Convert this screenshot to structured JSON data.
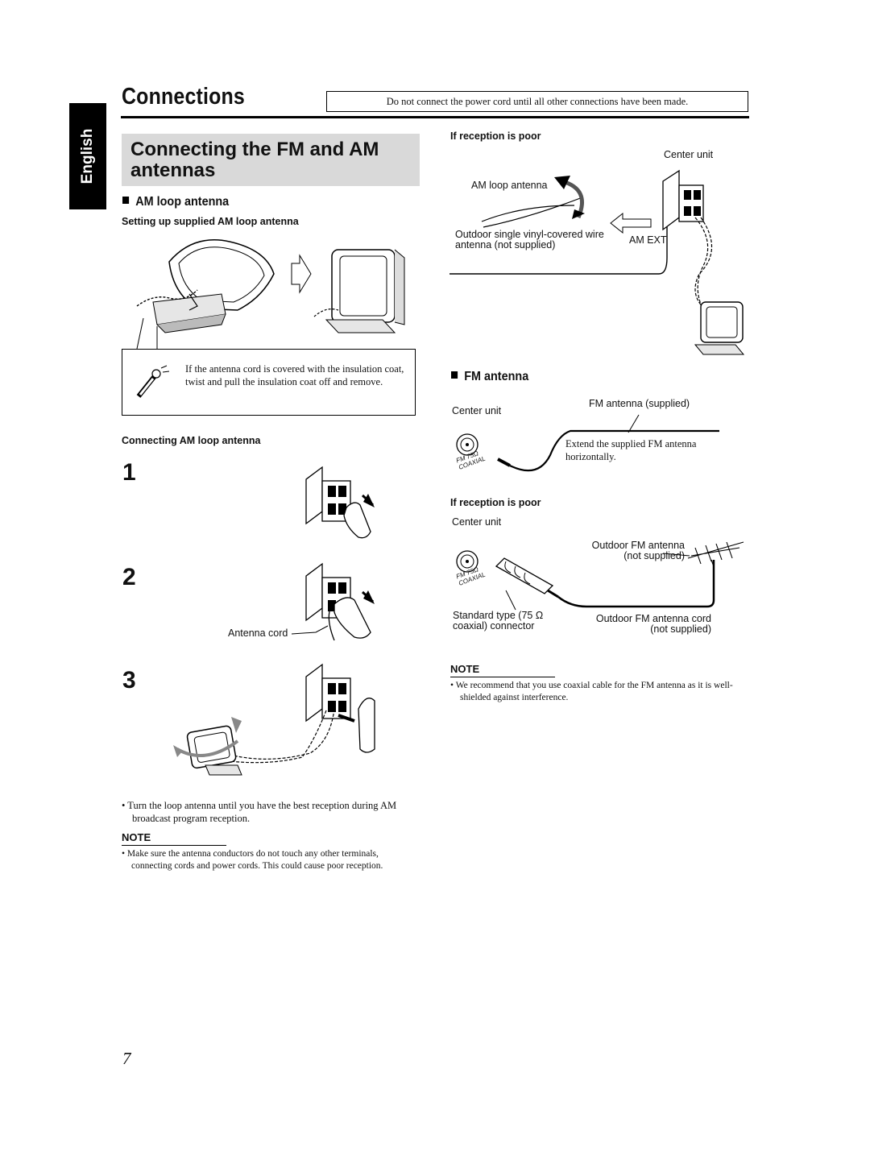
{
  "sidebar": {
    "language_tab": "English"
  },
  "header": {
    "title": "Connections",
    "notice": "Do not connect the  power cord until all other connections have been made."
  },
  "section": {
    "title": "Connecting the FM and AM antennas"
  },
  "am": {
    "heading": "AM loop antenna",
    "setup_caption": "Setting up supplied AM loop antenna",
    "tip_text": "If the antenna cord is covered with the insulation coat, twist and pull the insulation coat off and remove.",
    "connecting_caption": "Connecting AM loop antenna",
    "steps": [
      "1",
      "2",
      "3"
    ],
    "antenna_cord_label": "Antenna cord",
    "turn_text": "Turn the loop antenna until you have the best reception during AM broadcast program reception.",
    "note_heading": "NOTE",
    "note_text": "Make sure the antenna conductors do not touch any other terminals, connecting cords and power cords. This could cause poor reception.",
    "poor_caption": "If reception is poor",
    "center_unit": "Center unit",
    "loop_label": "AM loop antenna",
    "outdoor_wire_label_1": "Outdoor single vinyl-covered wire",
    "outdoor_wire_label_2": "antenna (not supplied)",
    "am_ext": "AM EXT"
  },
  "fm": {
    "heading": "FM antenna",
    "center_unit": "Center unit",
    "supplied_label": "FM antenna (supplied)",
    "extend_text": "Extend the supplied FM antenna horizontally.",
    "jack_label_1": "FM 75Ω",
    "jack_label_2": "COAXIAL",
    "poor_caption": "If reception is poor",
    "center_unit_2": "Center unit",
    "outdoor_antenna_1": "Outdoor FM antenna",
    "outdoor_antenna_2": "(not supplied)",
    "standard_type_1": "Standard type (75 Ω",
    "standard_type_2": "coaxial) connector",
    "outdoor_cord_1": "Outdoor FM antenna cord",
    "outdoor_cord_2": "(not supplied)",
    "note_heading": "NOTE",
    "note_text": "We recommend that you use coaxial cable for the FM antenna as it is well-shielded against interference."
  },
  "page_number": "7"
}
